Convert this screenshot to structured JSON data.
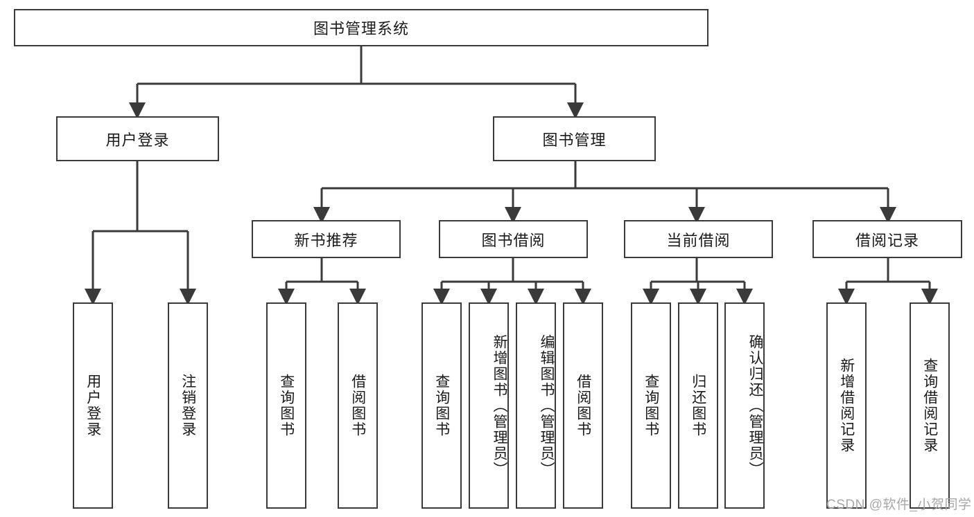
{
  "diagram": {
    "title_node": {
      "label": "图书管理系统"
    },
    "level2": [
      {
        "label": "用户登录"
      },
      {
        "label": "图书管理"
      }
    ],
    "level3": [
      {
        "label": "新书推荐"
      },
      {
        "label": "图书借阅"
      },
      {
        "label": "当前借阅"
      },
      {
        "label": "借阅记录"
      }
    ],
    "leaves": {
      "user_login": [
        {
          "label": "用户登录"
        },
        {
          "label": "注销登录"
        }
      ],
      "new_book_recommend": [
        {
          "label": "查询图书"
        },
        {
          "label": "借阅图书"
        }
      ],
      "book_borrow": [
        {
          "label": "查询图书"
        },
        {
          "label": "新增图书（管理员）"
        },
        {
          "label": "编辑图书（管理员）"
        },
        {
          "label": "借阅图书"
        }
      ],
      "current_borrow": [
        {
          "label": "查询图书"
        },
        {
          "label": "归还图书"
        },
        {
          "label": "确认归还（管理员）"
        }
      ],
      "borrow_record": [
        {
          "label": "新增借阅记录"
        },
        {
          "label": "查询借阅记录"
        }
      ]
    }
  },
  "watermark": {
    "text": "CSDN @软件_小贺同学"
  },
  "colors": {
    "line": "#3a3a3a",
    "box_border": "#3a3a3a",
    "background": "#ffffff",
    "text": "#1a1a1a",
    "watermark": "#a8a8a8"
  }
}
